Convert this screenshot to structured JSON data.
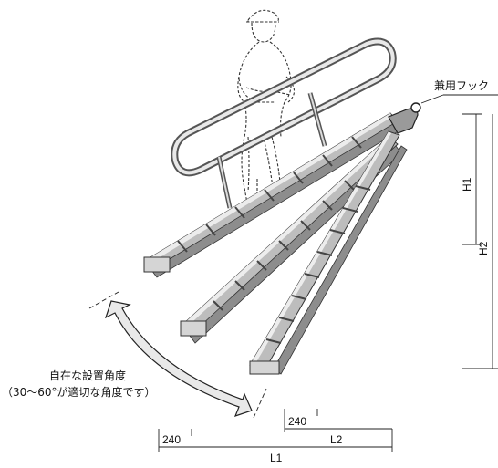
{
  "hook_label": "兼用フック",
  "angle_note": {
    "line1": "自在な設置角度",
    "line2": "（30～60°が適切な角度です）"
  },
  "dimensions": {
    "h1": "H1",
    "h2": "H2",
    "l1": "L1",
    "l2": "L2",
    "width_a": "240",
    "width_b": "240"
  },
  "colors": {
    "metal_light": "#e4e4e4",
    "metal_mid": "#a8a8a8",
    "metal_dark": "#4a4a4a",
    "arrow_fill": "#e9e9e9",
    "line": "#222222"
  }
}
